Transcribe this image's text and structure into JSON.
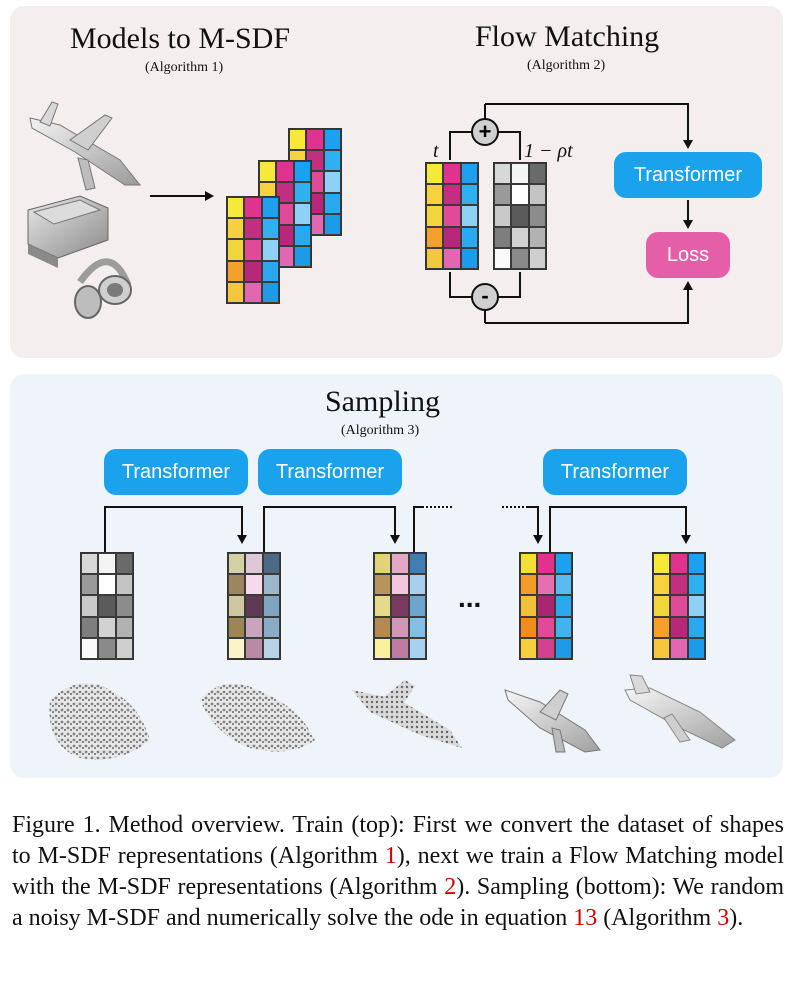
{
  "train": {
    "models_title": "Models to M-SDF",
    "models_subtitle": "(Algorithm 1)",
    "flow_title": "Flow Matching",
    "flow_subtitle": "(Algorithm 2)",
    "t_label": "t",
    "one_minus_label": "1 − ρt",
    "plus_symbol": "+",
    "minus_symbol": "-",
    "transformer_label": "Transformer",
    "loss_label": "Loss"
  },
  "sampling": {
    "title": "Sampling",
    "subtitle": "(Algorithm 3)",
    "transformer_labels": [
      "Transformer",
      "Transformer",
      "Transformer"
    ],
    "ellipsis": "..."
  },
  "caption": {
    "part1": "Figure 1.  Method overview.  Train (top): First we convert the dataset of shapes to M-SDF representations (Algorithm ",
    "ref1": "1",
    "part2": "), next we train a Flow Matching model with the M-SDF representations (Algorithm ",
    "ref2": "2",
    "part3": ").  Sampling (bottom): We random a noisy M-SDF and numerically solve the ode in equation ",
    "ref3": "13",
    "part4": " (Algorithm ",
    "ref4": "3",
    "part5": ")."
  },
  "colors": {
    "train_panel": "#f4eeef",
    "sample_panel": "#eef4f9",
    "transformer": "#1aa3ec",
    "loss": "#e55fa8",
    "reference": "#d10000"
  },
  "grids": {
    "clean": [
      [
        "#f6e93a",
        "#e0338f",
        "#1da1ee"
      ],
      [
        "#f8d23c",
        "#c42e80",
        "#2fb0ef"
      ],
      [
        "#f0d63a",
        "#e04a98",
        "#8fd0f6"
      ],
      [
        "#f3a12a",
        "#b8287a",
        "#2aa9ee"
      ],
      [
        "#f3c83b",
        "#e266b1",
        "#1b9be8"
      ]
    ],
    "noise": [
      [
        "#d8d8d8",
        "#f4f4f4",
        "#6a6a6a"
      ],
      [
        "#9a9a9a",
        "#ffffff",
        "#c4c4c4"
      ],
      [
        "#c9c9c9",
        "#5b5b5b",
        "#8c8c8c"
      ],
      [
        "#7e7e7e",
        "#d2d2d2",
        "#b2b2b2"
      ],
      [
        "#fafafa",
        "#8a8a8a",
        "#cfcfcf"
      ]
    ],
    "mid1": [
      [
        "#d3d0a4",
        "#dcc8d6",
        "#4c6a86"
      ],
      [
        "#9c8660",
        "#f6d9ea",
        "#9ab7cc"
      ],
      [
        "#cfc7a2",
        "#5e3b52",
        "#7fa5c2"
      ],
      [
        "#9d8652",
        "#c9a5bd",
        "#8aabc6"
      ],
      [
        "#fbf4c8",
        "#b88aa5",
        "#b6d3e6"
      ]
    ],
    "mid2": [
      [
        "#e2d37a",
        "#e3a8c6",
        "#3f7fb6"
      ],
      [
        "#b8935a",
        "#f4c6de",
        "#a8d0ee"
      ],
      [
        "#e7d98a",
        "#7c3a62",
        "#6ca5d0"
      ],
      [
        "#b58a4e",
        "#d595b8",
        "#82bfe6"
      ],
      [
        "#fbf19d",
        "#c07ba3",
        "#a6d1f0"
      ]
    ],
    "mid3": [
      [
        "#f6de3a",
        "#e0338f",
        "#1da1ee"
      ],
      [
        "#f39c28",
        "#e56fb0",
        "#5bbaf2"
      ],
      [
        "#f2c03a",
        "#a92772",
        "#2ba8ee"
      ],
      [
        "#f08d20",
        "#e04a98",
        "#43b3f0"
      ],
      [
        "#f5cf3c",
        "#d4418f",
        "#1d9be8"
      ]
    ]
  }
}
